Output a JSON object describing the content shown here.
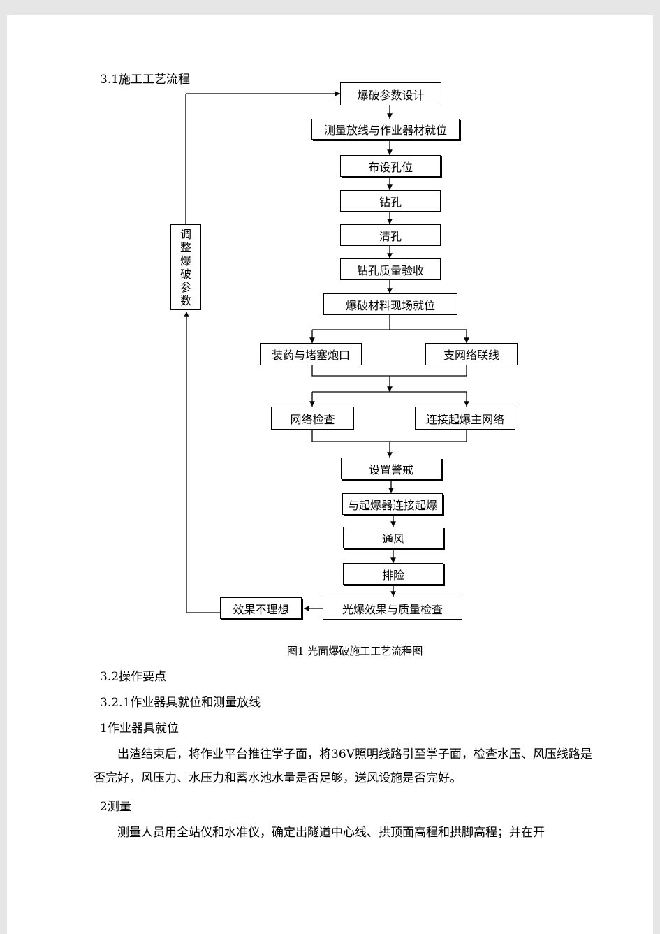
{
  "section_title": "3.1施工工艺流程",
  "flowchart": {
    "steps": [
      "爆破参数设计",
      "测量放线与作业器材就位",
      "布设孔位",
      "钻孔",
      "清孔",
      "钻孔质量验收",
      "爆破材料现场就位",
      "装药与堵塞炮口",
      "支网络联线",
      "网络检查",
      "连接起爆主网络",
      "设置警戒",
      "与起爆器连接起爆",
      "通风",
      "排险",
      "光爆效果与质量检查"
    ],
    "feedback_label": "效果不理想",
    "adjust_label_chars": [
      "调",
      "整",
      "爆",
      "破",
      "参",
      "数"
    ]
  },
  "figure_caption": "图1 光面爆破施工工艺流程图",
  "section_32": "3.2操作要点",
  "section_321": "3.2.1作业器具就位和测量放线",
  "item_1_title": "1作业器具就位",
  "item_1_body": "出渣结束后，将作业平台推往掌子面，将36V照明线路引至掌子面，检查水压、风压线路是否完好，风压力、水压力和蓄水池水量是否足够，送风设施是否完好。",
  "item_2_title": "2测量",
  "item_2_body": "测量人员用全站仪和水准仪，确定出隧道中心线、拱顶面高程和拱脚高程；并在开"
}
